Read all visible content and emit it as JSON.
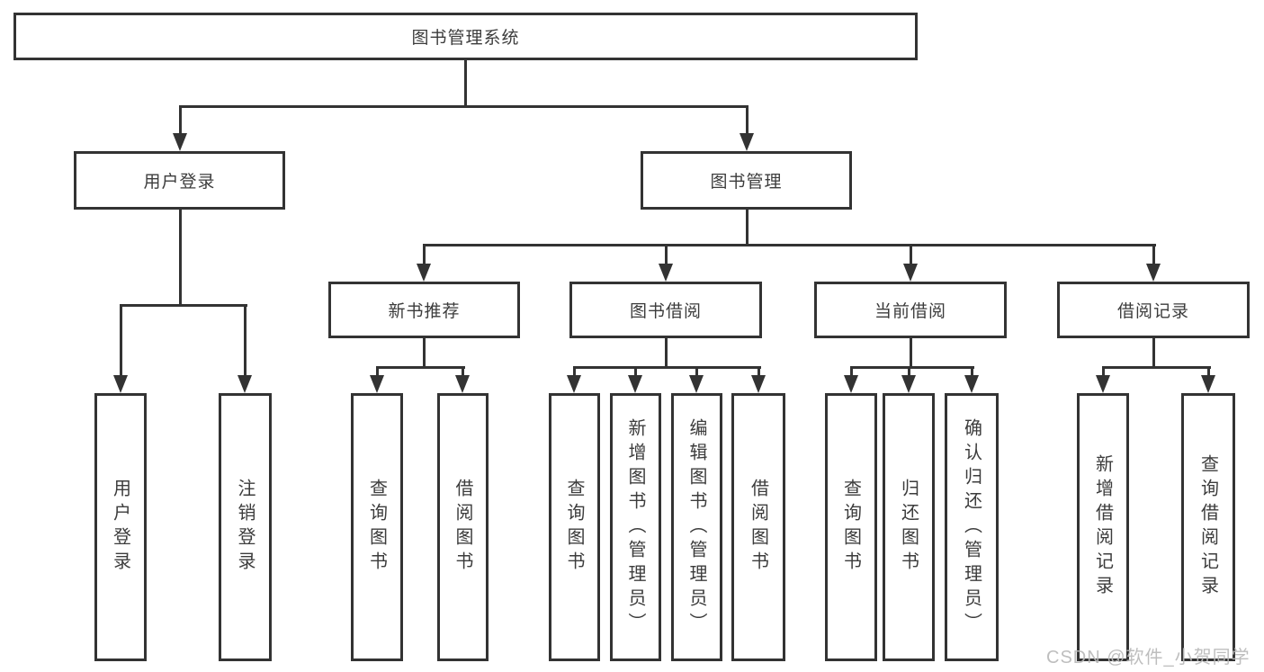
{
  "diagram": {
    "root": {
      "label": "图书管理系统"
    },
    "level2": [
      {
        "label": "用户登录",
        "children": [
          {
            "label": "用户登录"
          },
          {
            "label": "注销登录"
          }
        ]
      },
      {
        "label": "图书管理",
        "children": [
          {
            "label": "新书推荐",
            "children": [
              {
                "label": "查询图书"
              },
              {
                "label": "借阅图书"
              }
            ]
          },
          {
            "label": "图书借阅",
            "children": [
              {
                "label": "查询图书"
              },
              {
                "label": "新增图书（管理员）"
              },
              {
                "label": "编辑图书（管理员）"
              },
              {
                "label": "借阅图书"
              }
            ]
          },
          {
            "label": "当前借阅",
            "children": [
              {
                "label": "查询图书"
              },
              {
                "label": "归还图书"
              },
              {
                "label": "确认归还（管理员）"
              }
            ]
          },
          {
            "label": "借阅记录",
            "children": [
              {
                "label": "新增借阅记录"
              },
              {
                "label": "查询借阅记录"
              }
            ]
          }
        ]
      }
    ]
  },
  "watermark": {
    "text": "CSDN @软件_小贺同学"
  },
  "colors": {
    "line": "#333333",
    "text": "#3c3c3c",
    "box_background": "#ffffff",
    "page_background": "#ffffff",
    "watermark": "#b9b9b9"
  }
}
